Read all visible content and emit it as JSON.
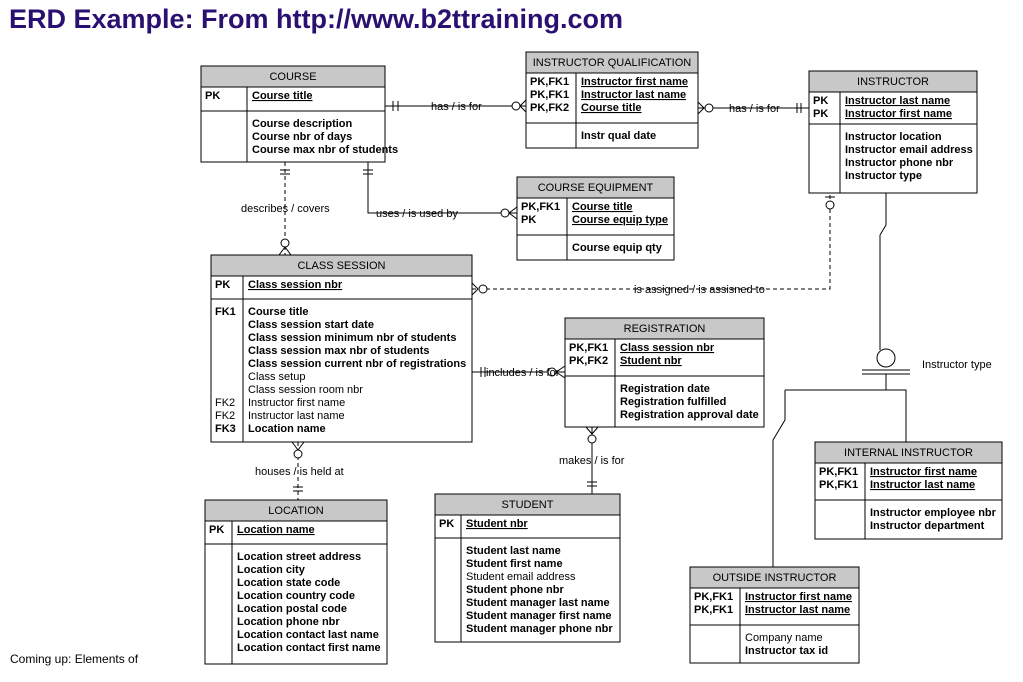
{
  "title": "ERD Example: From http://www.b2ttraining.com",
  "footer": "Coming up: Elements of",
  "entities": {
    "course": {
      "name": "COURSE",
      "keys": [
        {
          "k": "PK",
          "v": "Course title"
        }
      ],
      "attrs": [
        "Course description",
        "Course nbr of days",
        "Course max nbr of students"
      ]
    },
    "instructor_qualification": {
      "name": "INSTRUCTOR QUALIFICATION",
      "keys": [
        {
          "k": "PK,FK1",
          "v": "Instructor first name"
        },
        {
          "k": "PK,FK1",
          "v": "Instructor last name"
        },
        {
          "k": "PK,FK2",
          "v": "Course title"
        }
      ],
      "attrs": [
        "Instr qual date"
      ]
    },
    "instructor": {
      "name": "INSTRUCTOR",
      "keys": [
        {
          "k": "PK",
          "v": "Instructor last name"
        },
        {
          "k": "PK",
          "v": "Instructor first name"
        }
      ],
      "attrs": [
        "Instructor location",
        "Instructor email address",
        "Instructor phone nbr",
        "Instructor type"
      ]
    },
    "course_equipment": {
      "name": "COURSE EQUIPMENT",
      "keys": [
        {
          "k": "PK,FK1",
          "v": "Course title"
        },
        {
          "k": "PK",
          "v": "Course equip type"
        }
      ],
      "attrs": [
        "Course equip qty"
      ]
    },
    "class_session": {
      "name": "CLASS SESSION",
      "keys": [
        {
          "k": "PK",
          "v": "Class session nbr"
        }
      ],
      "fks": [
        {
          "k": "FK1",
          "v": "Course title",
          "bold": true
        },
        {
          "k": "",
          "v": "Class session start date",
          "bold": true
        },
        {
          "k": "",
          "v": "Class session minimum nbr of students",
          "bold": true
        },
        {
          "k": "",
          "v": "Class session max nbr of students",
          "bold": true
        },
        {
          "k": "",
          "v": "Class session current nbr of registrations",
          "bold": true
        },
        {
          "k": "",
          "v": "Class setup",
          "bold": false
        },
        {
          "k": "",
          "v": "Class session room nbr",
          "bold": false
        },
        {
          "k": "FK2",
          "v": "Instructor first name",
          "bold": false
        },
        {
          "k": "FK2",
          "v": "Instructor last name",
          "bold": false
        },
        {
          "k": "FK3",
          "v": "Location name",
          "bold": true
        }
      ]
    },
    "registration": {
      "name": "REGISTRATION",
      "keys": [
        {
          "k": "PK,FK1",
          "v": "Class session nbr"
        },
        {
          "k": "PK,FK2",
          "v": "Student nbr"
        }
      ],
      "attrs": [
        "Registration date",
        "Registration fulfilled",
        "Registration approval date"
      ]
    },
    "location": {
      "name": "LOCATION",
      "keys": [
        {
          "k": "PK",
          "v": "Location name"
        }
      ],
      "attrs": [
        "Location street address",
        "Location city",
        "Location state code",
        "Location country code",
        "Location postal code",
        "Location phone nbr",
        "Location contact last name",
        "Location contact first name"
      ]
    },
    "student": {
      "name": "STUDENT",
      "keys": [
        {
          "k": "PK",
          "v": "Student nbr"
        }
      ],
      "attrs": [
        {
          "v": "Student last name",
          "bold": true
        },
        {
          "v": "Student first name",
          "bold": true
        },
        {
          "v": "Student email address",
          "bold": false
        },
        {
          "v": "Student phone nbr",
          "bold": true
        },
        {
          "v": "Student manager last name",
          "bold": true
        },
        {
          "v": "Student manager first name",
          "bold": true
        },
        {
          "v": "Student manager phone nbr",
          "bold": true
        }
      ]
    },
    "internal_instructor": {
      "name": "INTERNAL INSTRUCTOR",
      "keys": [
        {
          "k": "PK,FK1",
          "v": "Instructor first name"
        },
        {
          "k": "PK,FK1",
          "v": "Instructor last name"
        }
      ],
      "attrs": [
        "Instructor employee nbr",
        "Instructor department"
      ]
    },
    "outside_instructor": {
      "name": "OUTSIDE INSTRUCTOR",
      "keys": [
        {
          "k": "PK,FK1",
          "v": "Instructor first name"
        },
        {
          "k": "PK,FK1",
          "v": "Instructor last name"
        }
      ],
      "attrs": [
        {
          "v": "Company name",
          "bold": false
        },
        {
          "v": "Instructor tax id",
          "bold": true
        }
      ]
    }
  },
  "relationships": {
    "course_iq": "has / is for",
    "iq_instructor": "has / is for",
    "course_session": "describes / covers",
    "course_equipment": "uses / is used by",
    "session_instructor": "is assigned / is assisned to",
    "session_registration": "includes / is for",
    "session_location": "houses / is held at",
    "registration_student": "makes / is for",
    "subtype_discriminator": "Instructor type"
  },
  "colors": {
    "header_fill": "#c8c8c8",
    "title_color": "#2a1070"
  }
}
